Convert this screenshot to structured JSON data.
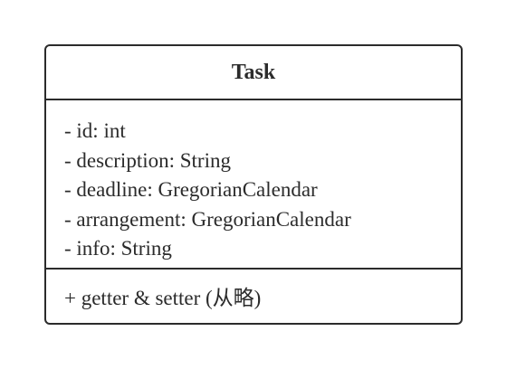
{
  "uml_class": {
    "name": "Task",
    "attributes": [
      "- id: int",
      "- description: String",
      "- deadline: GregorianCalendar",
      "- arrangement: GregorianCalendar",
      "- info: String"
    ],
    "methods": [
      "+ getter & setter (从略)"
    ]
  }
}
